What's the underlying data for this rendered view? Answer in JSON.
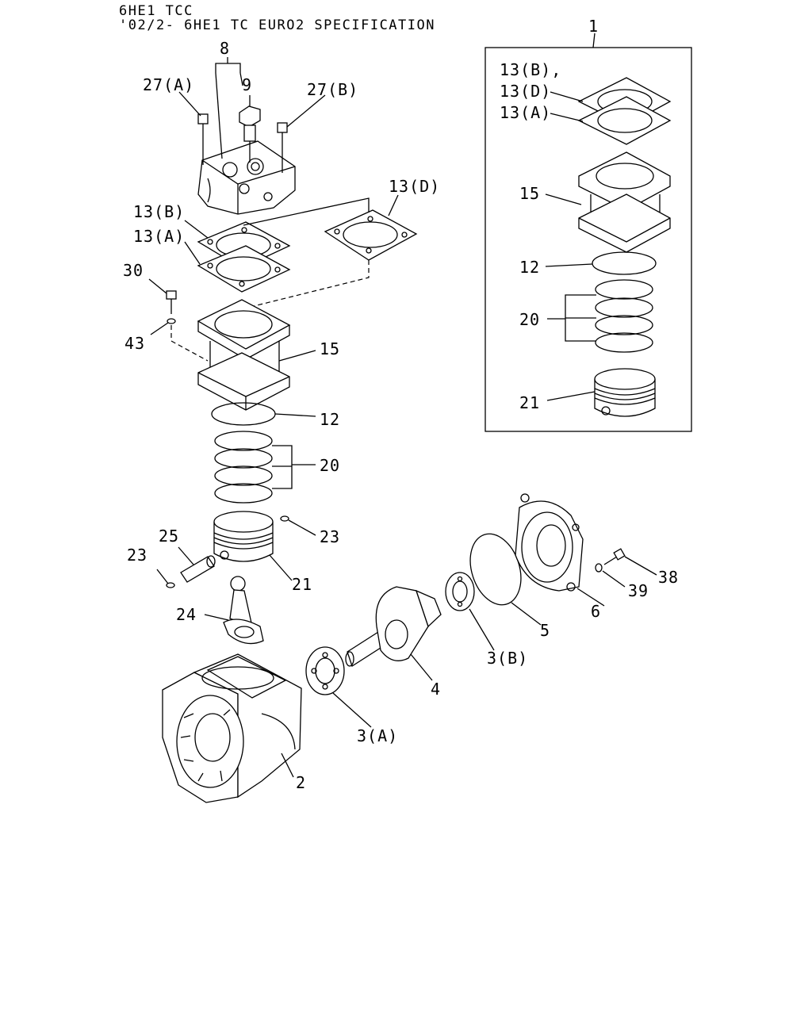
{
  "header": {
    "line1": "6HE1 TCC",
    "line2": "'02/2- 6HE1 TC EURO2 SPECIFICATION"
  },
  "callouts": {
    "c1": "1",
    "c2": "2",
    "c3a": "3(A)",
    "c3b": "3(B)",
    "c4": "4",
    "c5": "5",
    "c6": "6",
    "c8": "8",
    "c9": "9",
    "c12": "12",
    "c12_box": "12",
    "c13a": "13(A)",
    "c13b": "13(B)",
    "c13d": "13(D)",
    "c13b_box": "13(B),",
    "c13d_box": "13(D)",
    "c13a_box": "13(A)",
    "c15": "15",
    "c15_box": "15",
    "c20": "20",
    "c20_box": "20",
    "c21": "21",
    "c21_box": "21",
    "c23_right": "23",
    "c23_left": "23",
    "c24": "24",
    "c25": "25",
    "c27a": "27(A)",
    "c27b": "27(B)",
    "c30": "30",
    "c38": "38",
    "c39": "39",
    "c43": "43"
  }
}
